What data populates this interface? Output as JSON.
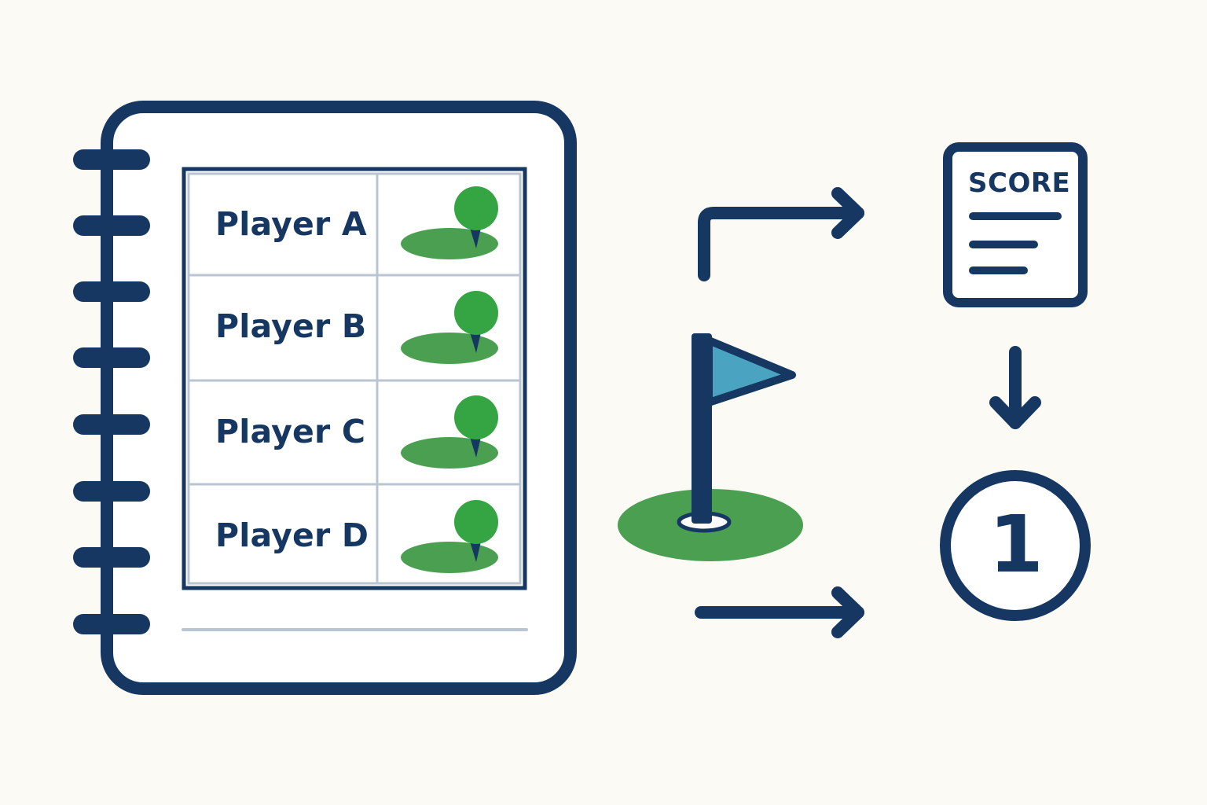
{
  "roster": {
    "players": [
      {
        "name": "Player A"
      },
      {
        "name": "Player B"
      },
      {
        "name": "Player C"
      },
      {
        "name": "Player D"
      }
    ]
  },
  "score_card": {
    "title": "SCORE"
  },
  "rank_badge": {
    "value": "1"
  },
  "colors": {
    "navy": "#163762",
    "green": "#4aa050",
    "ball_green": "#35a543",
    "flag_blue": "#4aa3c0",
    "divider": "#b9c6d1",
    "background": "#fbfaf5"
  },
  "icons": [
    "golf-flag-icon",
    "golf-ball-tee-icon",
    "score-card-icon",
    "arrow-icon",
    "ring-binder-icon"
  ]
}
